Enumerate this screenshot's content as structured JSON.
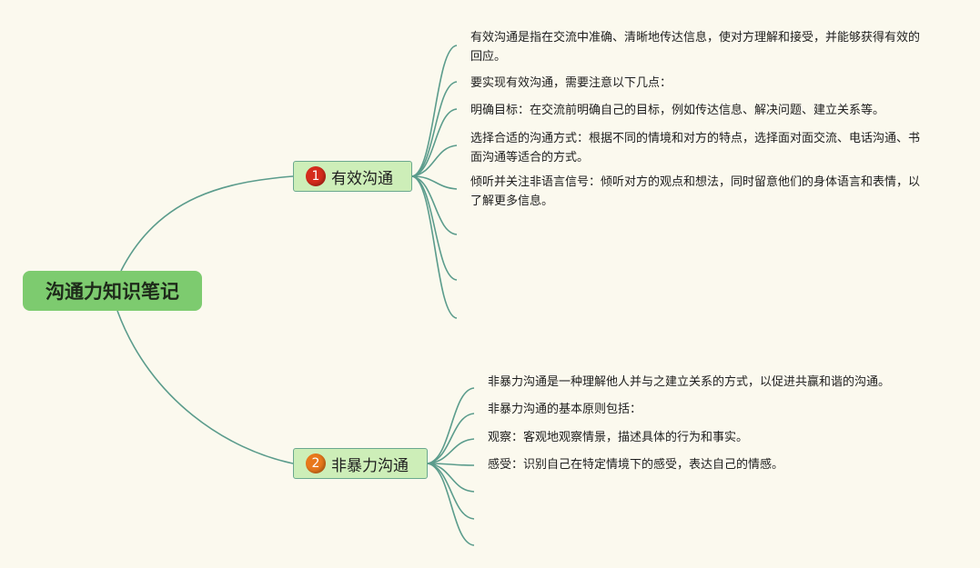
{
  "root": {
    "title": "沟通力知识笔记"
  },
  "branches": [
    {
      "index": "1",
      "title": "有效沟通",
      "badge_color": "#d52b1c",
      "items": [
        "有效沟通是指在交流中准确、清晰地传达信息，使对方理解和接受，并能够获得有效的回应。",
        "要实现有效沟通，需要注意以下几点：",
        "明确目标：在交流前明确自己的目标，例如传达信息、解决问题、建立关系等。",
        "选择合适的沟通方式：根据不同的情境和对方的特点，选择面对面交流、电话沟通、书面沟通等适合的方式。",
        "倾听并关注非语言信号：倾听对方的观点和想法，同时留意他们的身体语言和表情，以了解更多信息。"
      ]
    },
    {
      "index": "2",
      "title": "非暴力沟通",
      "badge_color": "#e8781c",
      "items": [
        "非暴力沟通是一种理解他人并与之建立关系的方式，以促进共赢和谐的沟通。",
        "非暴力沟通的基本原则包括：",
        "观察：客观地观察情景，描述具体的行为和事实。",
        "感受：识别自己在特定情境下的感受，表达自己的情感。"
      ]
    }
  ],
  "colors": {
    "background": "#fbf9ee",
    "root_fill": "#7dcb6f",
    "branch_fill": "#cdeeb8",
    "branch_border": "#6aa88e",
    "connector": "#5b9c8c"
  }
}
